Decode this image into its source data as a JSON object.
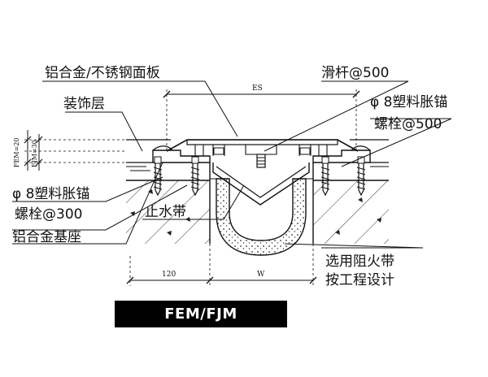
{
  "labels": {
    "panel": "铝合金/不锈钢面板",
    "decor": "装饰层",
    "slide_bar": "滑杆@500",
    "anchor_right_1": "φ 8塑料胀锚",
    "anchor_right_2": "螺栓@500",
    "anchor_left_1": "φ 8塑料胀锚",
    "anchor_left_2": "螺栓@300",
    "water_stop": "止水带",
    "base_seat": "铝合金基座",
    "fire_band_1": "选用阻火带",
    "fire_band_2": "按工程设计"
  },
  "dims": {
    "es": "ES",
    "fem": "FEM=20",
    "fjm": "FJM=30",
    "width_120": "120",
    "width_w": "W"
  },
  "banner": "FEM/FJM"
}
